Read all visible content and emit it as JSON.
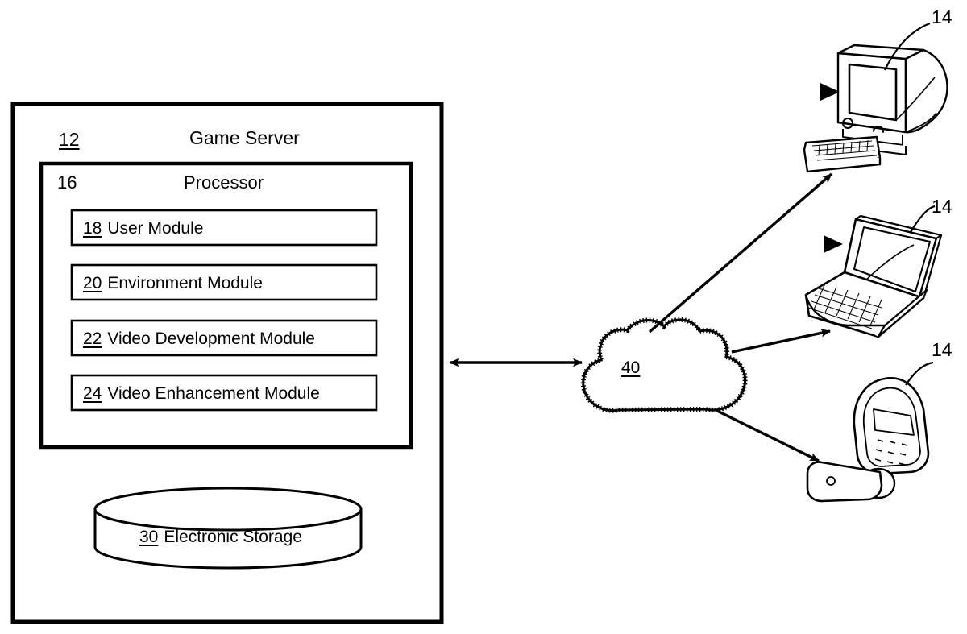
{
  "figure": {
    "title": "Game Server system architecture diagram",
    "background_color": "#ffffff",
    "line_color": "#000000"
  },
  "server_box": {
    "ref": "12",
    "name": "Game Server",
    "ref_underlined": true
  },
  "processor_box": {
    "ref": "16",
    "name": "Processor",
    "ref_underlined": false,
    "modules": [
      {
        "ref": "18",
        "name": "User Module"
      },
      {
        "ref": "20",
        "name": "Environment Module"
      },
      {
        "ref": "22",
        "name": "Video Development Module"
      },
      {
        "ref": "24",
        "name": "Video Enhancement Module"
      }
    ]
  },
  "storage": {
    "ref": "30",
    "name": "Electronic Storage",
    "shape": "cylinder-icon"
  },
  "network": {
    "ref": "40",
    "name": "",
    "shape": "cloud-icon",
    "outline_style": "hatched"
  },
  "clients": [
    {
      "ref": "14",
      "name": "desktop-computer-icon"
    },
    {
      "ref": "14",
      "name": "laptop-computer-icon"
    },
    {
      "ref": "14",
      "name": "mobile-flip-phone-icon"
    }
  ],
  "connections": [
    {
      "from": "server_box",
      "to": "network",
      "arrow": "double"
    },
    {
      "from": "network",
      "to": "desktop-computer-icon",
      "arrow": "single"
    },
    {
      "from": "network",
      "to": "laptop-computer-icon",
      "arrow": "single"
    },
    {
      "from": "network",
      "to": "mobile-flip-phone-icon",
      "arrow": "single"
    }
  ]
}
